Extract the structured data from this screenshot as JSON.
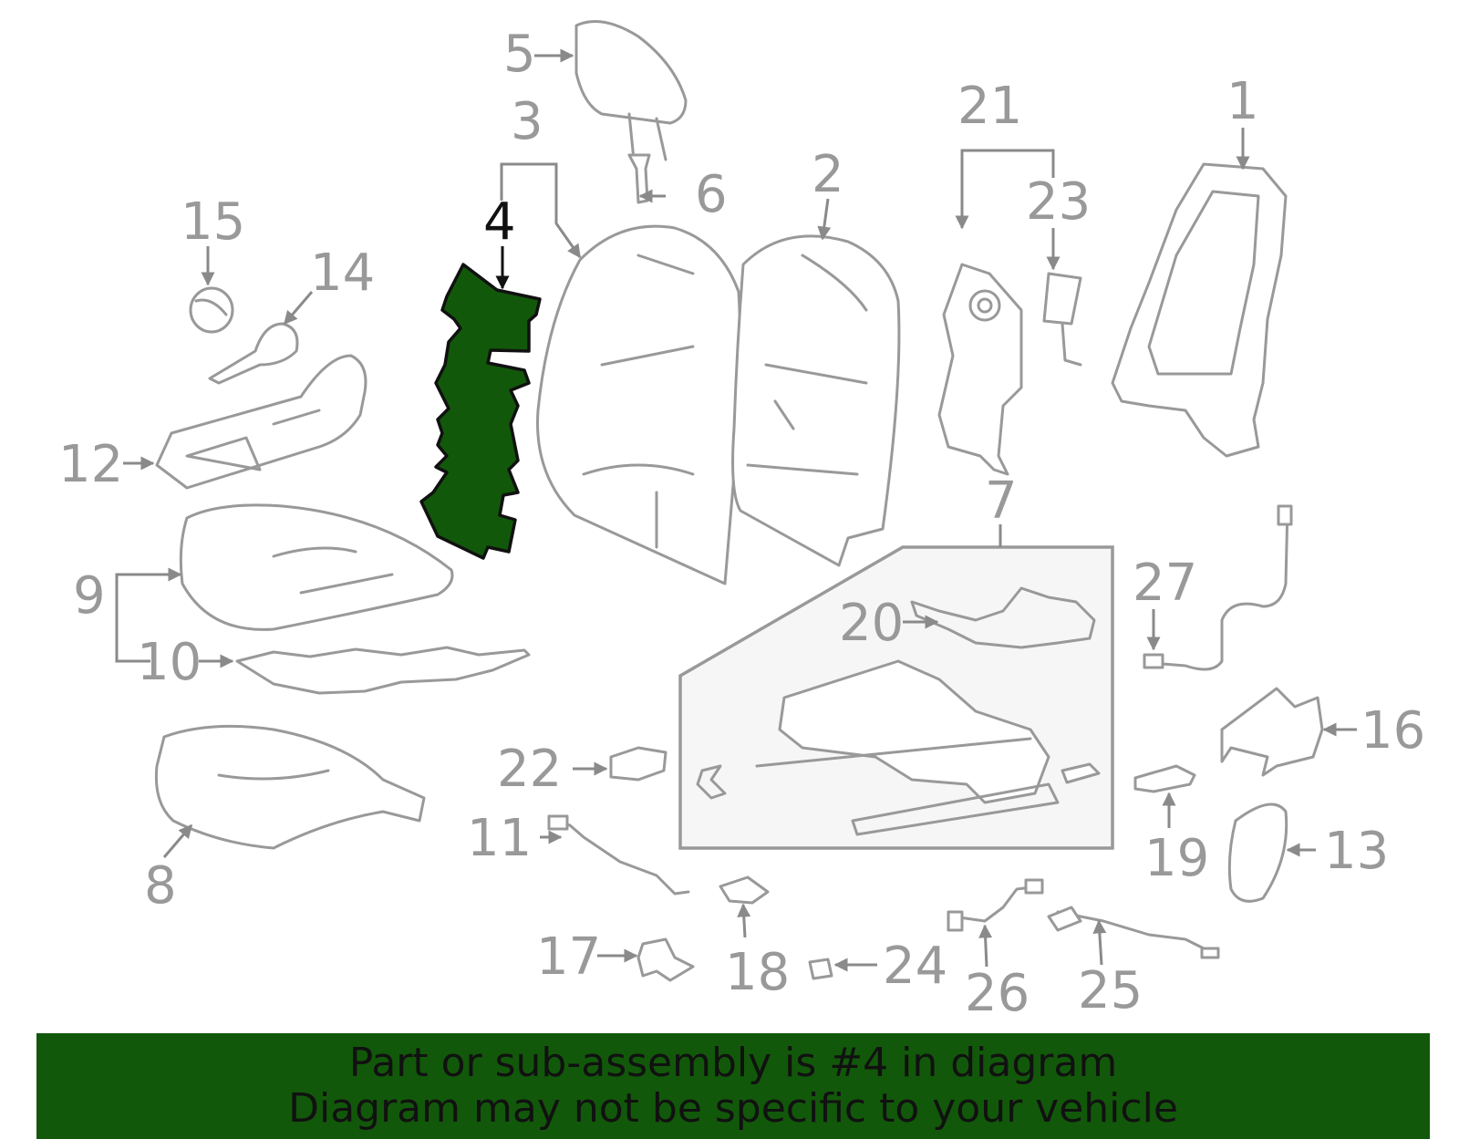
{
  "diagram": {
    "highlighted_part": "4",
    "callouts": [
      "1",
      "2",
      "3",
      "4",
      "5",
      "6",
      "7",
      "8",
      "9",
      "10",
      "11",
      "12",
      "13",
      "14",
      "15",
      "16",
      "17",
      "18",
      "19",
      "20",
      "21",
      "22",
      "23",
      "24",
      "25",
      "26",
      "27"
    ]
  },
  "banner": {
    "line1": "Part or sub-assembly is #4 in diagram",
    "line2": "Diagram may not be specific to your vehicle"
  },
  "colors": {
    "highlight": "#12580a",
    "line_art": "#999999",
    "text_dark": "#111111"
  }
}
